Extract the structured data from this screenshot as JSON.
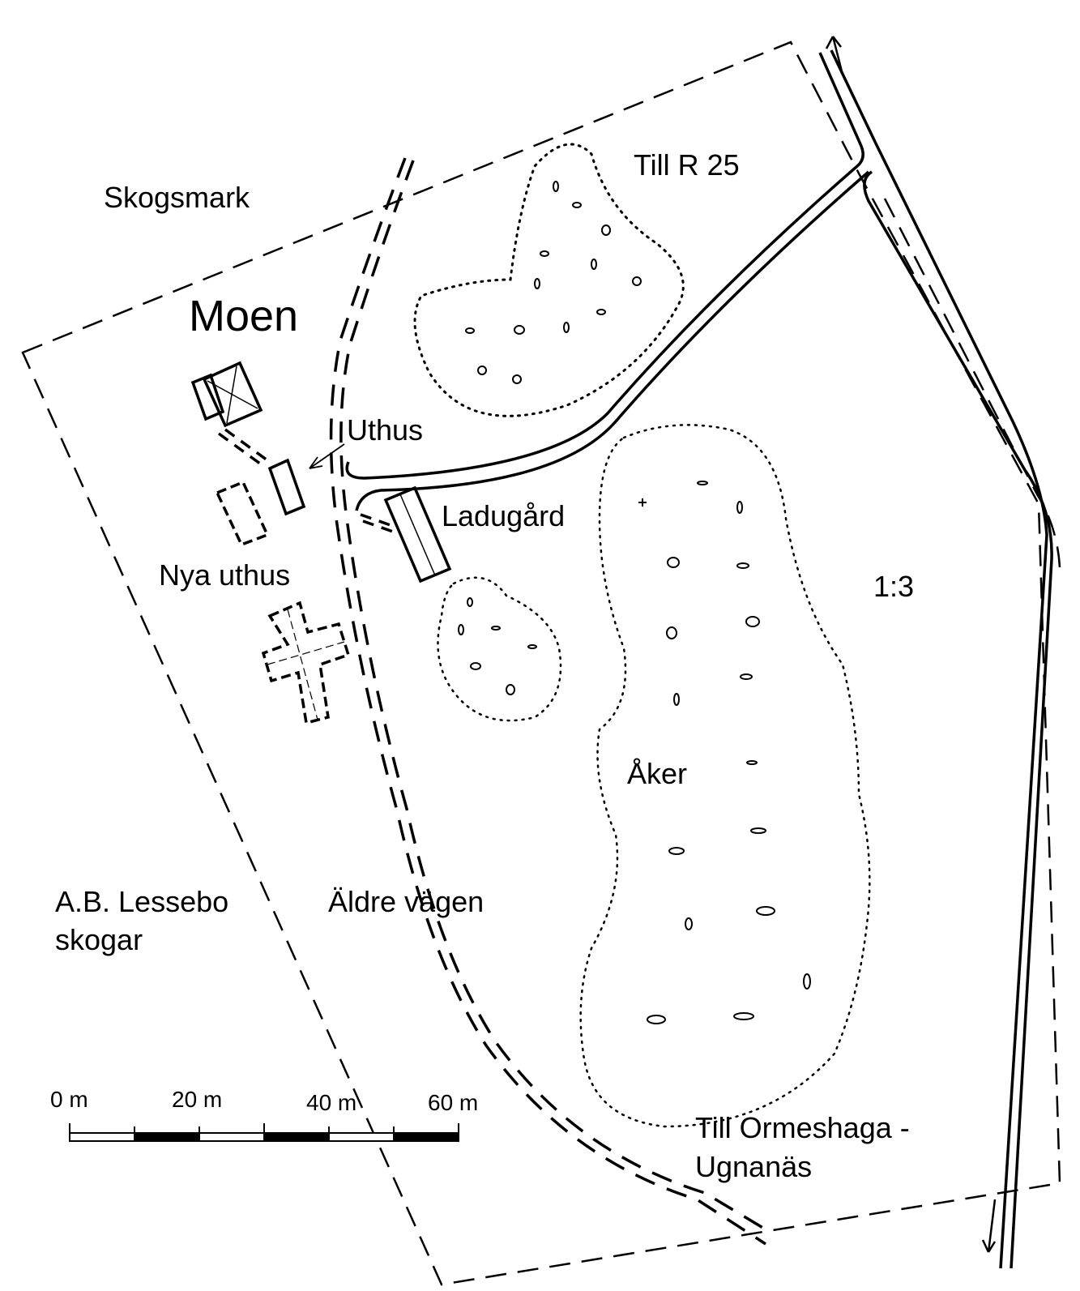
{
  "colors": {
    "ink": "#000000",
    "paper": "#ffffff"
  },
  "labels": {
    "title": "Moen",
    "skogsmark": "Skogsmark",
    "till_r25": "Till R 25",
    "uthus": "Uthus",
    "ladugard": "Ladugård",
    "nya_uthus": "Nya uthus",
    "scale_ratio": "1:3",
    "aker": "Åker",
    "owner_line1": "A.B. Lessebo",
    "owner_line2": "skogar",
    "older_road": "Äldre vägen",
    "till_ormeshaga_line1": "Till Ormeshaga -",
    "till_ormeshaga_line2": "Ugnanäs"
  },
  "scale_bar": {
    "ticks": [
      "0 m",
      "20 m",
      "40 m",
      "60 m"
    ]
  }
}
